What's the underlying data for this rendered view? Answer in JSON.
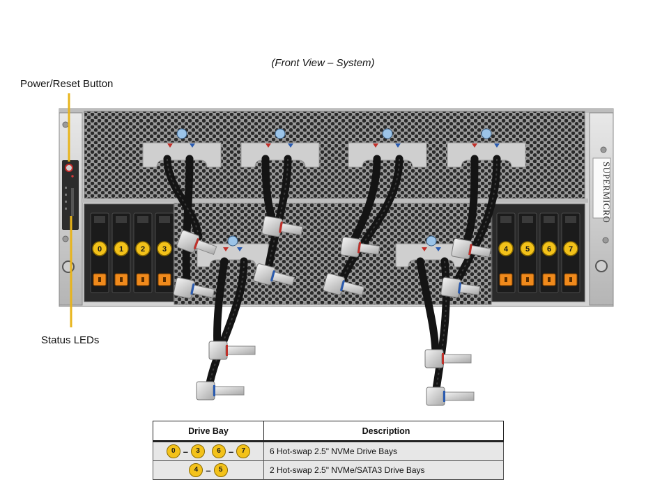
{
  "caption": "(Front View – System)",
  "callouts": {
    "power_reset": "Power/Reset Button",
    "status_leds": "Status LEDs"
  },
  "brand": "SUPERMICRO",
  "drive_bays_left": [
    "0",
    "1",
    "2",
    "3"
  ],
  "drive_bays_right": [
    "4",
    "5",
    "6",
    "7"
  ],
  "table": {
    "headers": [
      "Drive Bay",
      "Description"
    ],
    "rows": [
      {
        "bays": [
          "0",
          "3",
          "6",
          "7"
        ],
        "description": "6 Hot-swap 2.5\" NVMe Drive Bays"
      },
      {
        "bays": [
          "4",
          "5"
        ],
        "description": "2 Hot-swap 2.5\" NVMe/SATA3 Drive Bays"
      }
    ]
  },
  "colors": {
    "badge_yellow": "#f3c21a",
    "drive_orange": "#f08a1c",
    "chassis_gray": "#c9c9c9",
    "callout_line": "#e8b41a"
  }
}
